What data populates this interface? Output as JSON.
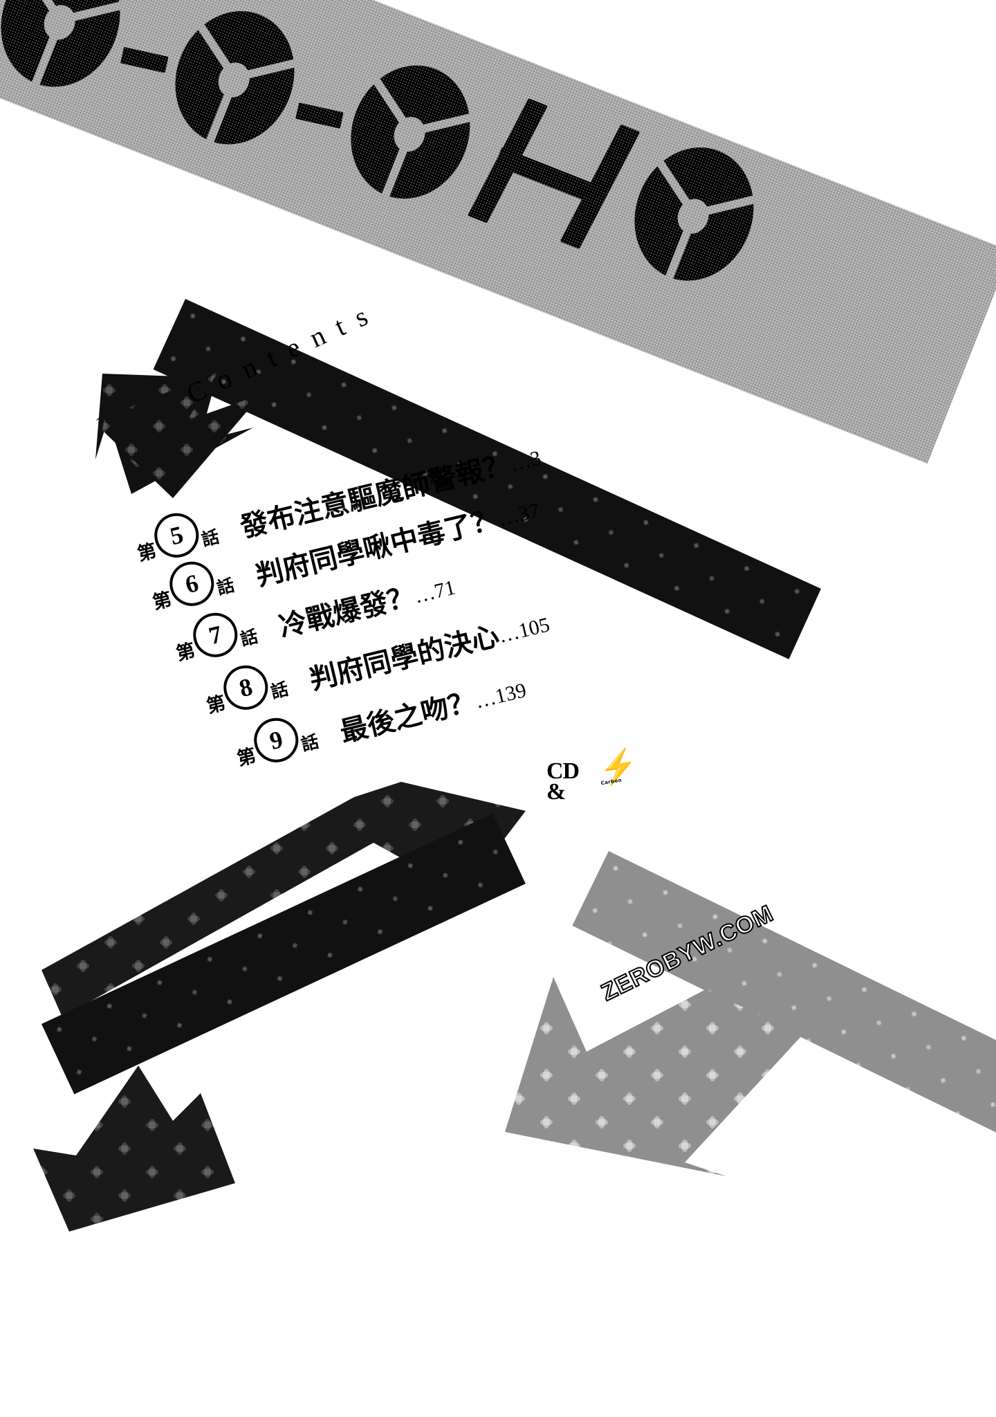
{
  "page": {
    "series_logo": "C-O-CHO",
    "contents_heading": "Contents"
  },
  "chapters": [
    {
      "prefix": "第",
      "number": "5",
      "unit": "話",
      "title": "發布注意驅魔師警報？",
      "page": "…3"
    },
    {
      "prefix": "第",
      "number": "6",
      "unit": "話",
      "title": "判府同學啾中毒了？",
      "page": "…37"
    },
    {
      "prefix": "第",
      "number": "7",
      "unit": "話",
      "title": "冷戰爆發？",
      "page": "…71"
    },
    {
      "prefix": "第",
      "number": "8",
      "unit": "話",
      "title": "判府同學的決心",
      "page": "…105"
    },
    {
      "prefix": "第",
      "number": "9",
      "unit": "話",
      "title": "最後之吻？",
      "page": "…139"
    }
  ],
  "logo": {
    "cd_line1": "CD",
    "cd_line2": "&",
    "bolt_glyph": "⚡",
    "bolt_caption": "Carbon"
  },
  "watermark": {
    "text": "ZEROBYW.COM"
  },
  "colors": {
    "paper": "#ffffff",
    "band_grey": "#a8a8a8",
    "band_black": "#111111",
    "ink": "#000000"
  }
}
